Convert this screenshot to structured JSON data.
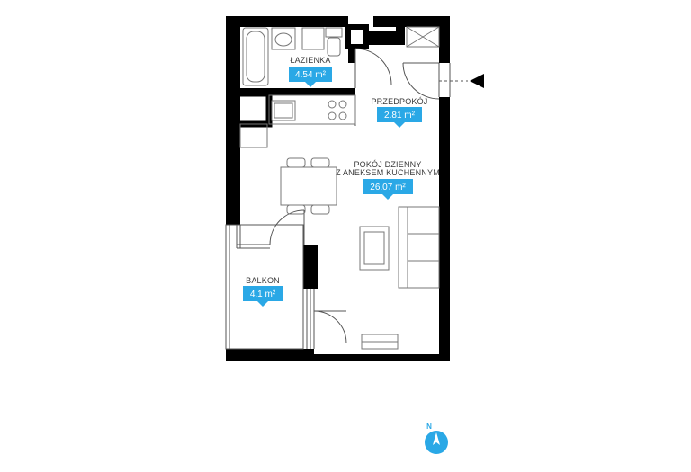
{
  "colors": {
    "wall": "#000000",
    "accent": "#2aa8e6",
    "line": "#555555",
    "fixture": "#777777"
  },
  "rooms": [
    {
      "id": "lazienka",
      "name_lines": [
        "ŁAZIENKA"
      ],
      "area": "4.54 m²"
    },
    {
      "id": "przedpokoj",
      "name_lines": [
        "PRZEDPOKÓJ"
      ],
      "area": "2.81 m²"
    },
    {
      "id": "pokoj",
      "name_lines": [
        "POKÓJ DZIENNY",
        "Z ANEKSEM KUCHENNYM"
      ],
      "area": "26.07 m²"
    },
    {
      "id": "balkon",
      "name_lines": [
        "BALKON"
      ],
      "area": "4.1 m²"
    }
  ],
  "compass": {
    "label": "N",
    "icon": "compass-icon"
  },
  "entrance": {
    "icon": "entrance-arrow-icon"
  }
}
